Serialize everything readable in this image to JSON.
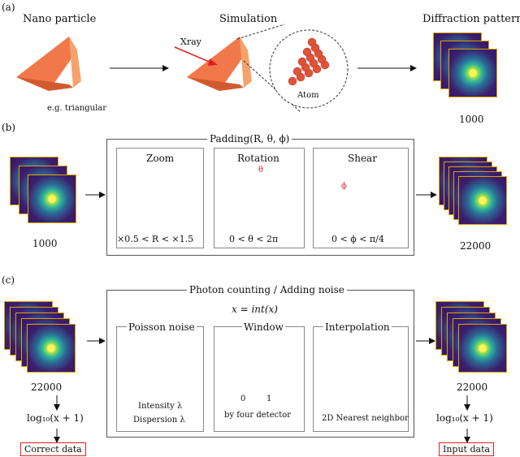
{
  "panels": {
    "a": {
      "label": "(a)",
      "nano_title": "Nano particle",
      "nano_caption": "e.g. triangular",
      "sim_title": "Simulation",
      "xray_label": "Xray",
      "atom_label": "Atom",
      "diff_title": "Diffraction pattern",
      "diff_count": "1000"
    },
    "b": {
      "label": "(b)",
      "input_count": "1000",
      "output_count": "22000",
      "padding_title": "Padding(R, θ, ϕ)",
      "zoom_title": "Zoom",
      "zoom_range": "×0.5 < R < ×1.5",
      "rotation_title": "Rotation",
      "rotation_symbol": "θ",
      "rotation_range": "0 < θ < 2π",
      "shear_title": "Shear",
      "shear_symbol": "ϕ",
      "shear_range": "0 < ϕ < π/4"
    },
    "c": {
      "label": "(c)",
      "input_count": "22000",
      "output_count": "22000",
      "log_left": "log₁₀(x + 1)",
      "log_right": "log₁₀(x + 1)",
      "correct_data": "Correct data",
      "input_data": "Input data",
      "photon_title": "Photon counting / Adding noise",
      "formula": "x = int(x)",
      "poisson_title": "Poisson noise",
      "poisson_caption1": "Intensity λ",
      "poisson_caption2": "Dispersion λ",
      "window_title": "Window",
      "window_legend0": "0",
      "window_legend1": "1",
      "window_caption": "by four detector",
      "interp_title": "Interpolation",
      "interp_caption": "2D Nearest neighbor"
    }
  },
  "colors": {
    "particle_front": "#f0784a",
    "particle_side": "#f5a36a",
    "atom": "#e0523a",
    "arrow_red": "#e02020",
    "window_yellow": "#f2d64b",
    "window_dark": "#2c0a52"
  }
}
